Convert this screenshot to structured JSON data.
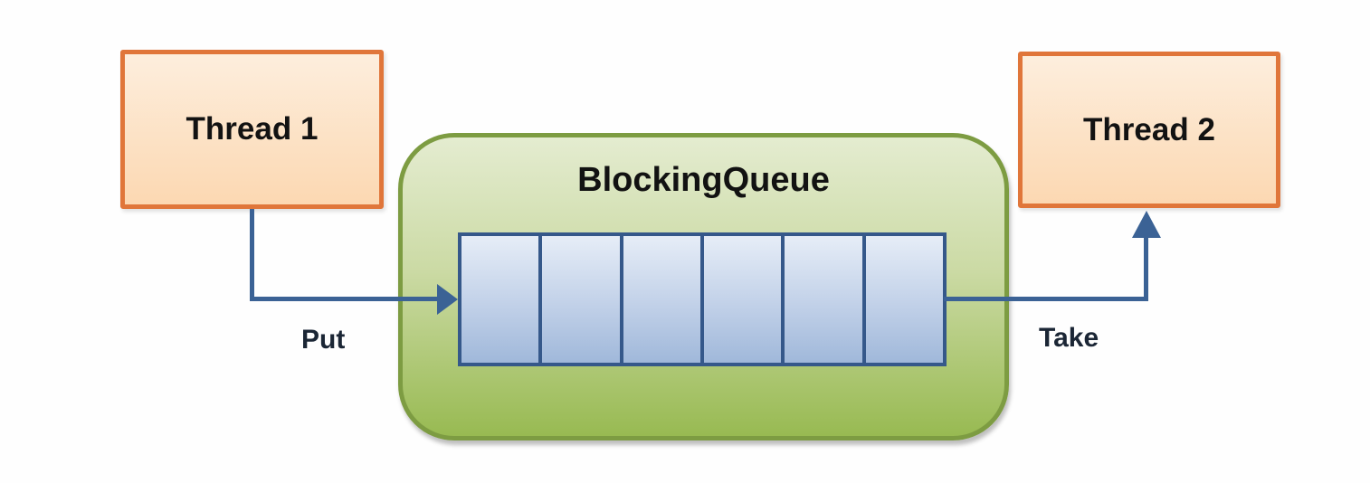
{
  "diagram": {
    "title": "BlockingQueue",
    "producer_label": "Thread 1",
    "consumer_label": "Thread 2",
    "put_label": "Put",
    "take_label": "Take",
    "queue": {
      "slot_count": 6
    },
    "colors": {
      "bg": "#fefefe",
      "orange_border": "#e0763a",
      "orange_fill_top": "#fdeedd",
      "orange_fill_bottom": "#fcd8b2",
      "green_border": "#7d9c42",
      "green_fill_top": "#e4ecd0",
      "green_fill_mid": "#cbdaa4",
      "green_fill_bottom": "#98ba52",
      "slot_border": "#35588a",
      "slot_fill_top": "#e6edf7",
      "slot_fill_mid": "#c3d2e9",
      "slot_fill_bottom": "#a0b8da",
      "arrow_color": "#3b6295",
      "label_color": "#1b2635",
      "title_color": "#121212"
    }
  }
}
